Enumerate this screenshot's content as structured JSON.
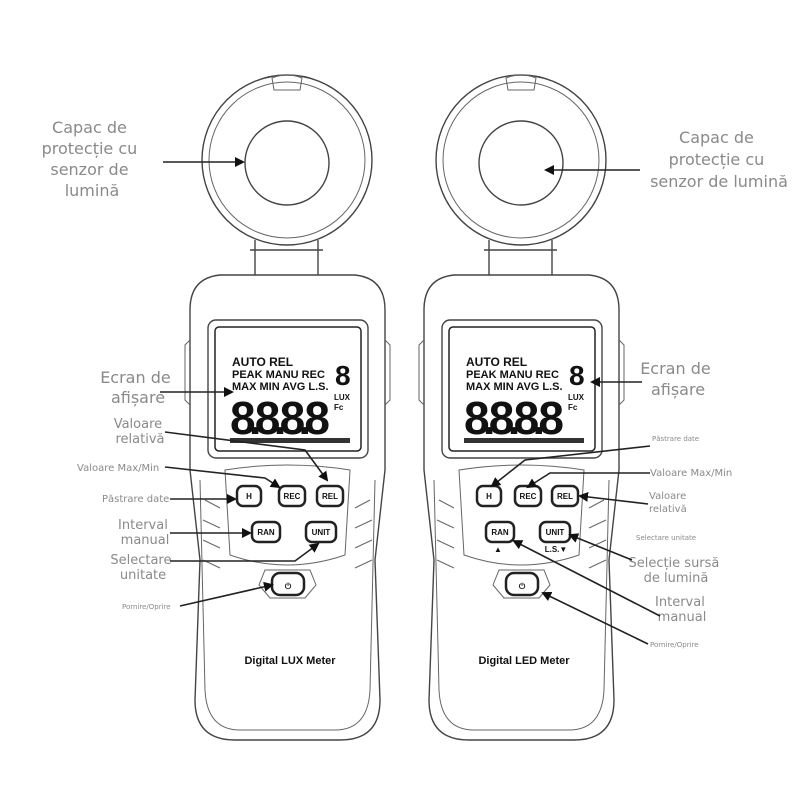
{
  "meters": [
    {
      "model": "Digital LUX Meter",
      "buttons": {
        "hold": "H",
        "rec": "REC",
        "rel": "REL",
        "ran": "RAN",
        "unit": "UNIT",
        "power": "⏻"
      },
      "lcd": {
        "row1": "AUTO REL",
        "row2": "PEAK MANU REC",
        "row3": "MAX MIN AVG L.S.",
        "digits": "8.8.8.8",
        "small_digit": "8",
        "unit1": "LUX",
        "unit2": "Fc"
      },
      "labels": {
        "sensor_cap": [
          "Capac de",
          "protecție cu",
          "senzor de",
          "lumină"
        ],
        "display": [
          "Ecran de",
          "afișare"
        ],
        "relative": [
          "Valoare",
          "relativă"
        ],
        "maxmin": "Valoare Max/Min",
        "hold": "Păstrare date",
        "range": [
          "Interval",
          "manual"
        ],
        "unit": [
          "Selectare",
          "unitate"
        ],
        "power": "Pornire/Oprire"
      }
    },
    {
      "model": "Digital LED Meter",
      "buttons": {
        "hold": "H",
        "rec": "REC",
        "rel": "REL",
        "ran": "RAN",
        "unit": "UNIT",
        "power": "⏻",
        "ran_sub": "▲",
        "unit_sub": "L.S.▼"
      },
      "lcd": {
        "row1": "AUTO REL",
        "row2": "PEAK MANU REC",
        "row3": "MAX MIN AVG L.S.",
        "digits": "8.8.8.8",
        "small_digit": "8",
        "unit1": "LUX",
        "unit2": "Fc"
      },
      "labels": {
        "sensor_cap": [
          "Capac de",
          "protecție cu",
          "senzor de lumină"
        ],
        "display": [
          "Ecran de",
          "afișare"
        ],
        "hold": "Păstrare date",
        "maxmin": "Valoare Max/Min",
        "relative": [
          "Valoare",
          "relativă"
        ],
        "unit": "Selectare unitate",
        "light_source": [
          "Selecție sursă",
          "de lumină"
        ],
        "range": [
          "Interval",
          "manual"
        ],
        "power": "Pornire/Oprire"
      }
    }
  ]
}
